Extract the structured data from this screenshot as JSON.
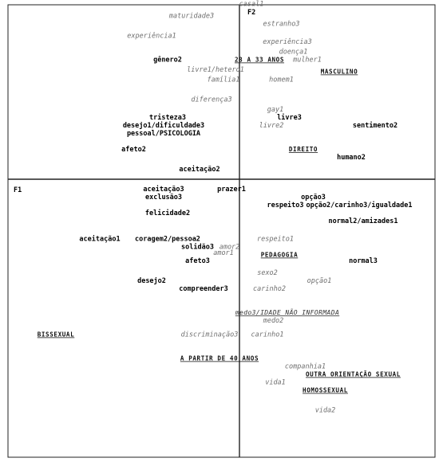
{
  "chart_data": {
    "type": "scatter",
    "title": "",
    "xlabel": "",
    "ylabel": "",
    "axes": {
      "horizontal": "F1",
      "vertical": "F2"
    },
    "grid": false,
    "legend": "none",
    "points": [
      {
        "label": "casal1",
        "x": 0.3,
        "y": 4.35,
        "style": "italic"
      },
      {
        "label": "maturidade3",
        "x": -1.2,
        "y": 4.05,
        "style": "italic"
      },
      {
        "label": "estranho3",
        "x": 1.05,
        "y": 3.85,
        "style": "italic"
      },
      {
        "label": "experiência1",
        "x": -2.2,
        "y": 3.55,
        "style": "italic"
      },
      {
        "label": "experiência3",
        "x": 1.2,
        "y": 3.4,
        "style": "italic"
      },
      {
        "label": "doença1",
        "x": 1.35,
        "y": 3.15,
        "style": "italic"
      },
      {
        "label": "gênero2",
        "x": -1.8,
        "y": 2.95,
        "style": "bold"
      },
      {
        "label": "mulher1",
        "x": 1.7,
        "y": 2.95,
        "style": "italic"
      },
      {
        "label": "28 A 33 ANOS",
        "x": 0.5,
        "y": 2.95,
        "style": "upper"
      },
      {
        "label": "livre1/hetero1",
        "x": -0.6,
        "y": 2.7,
        "style": "italic"
      },
      {
        "label": "MASCULINO",
        "x": 2.5,
        "y": 2.65,
        "style": "upper"
      },
      {
        "label": "família1",
        "x": -0.4,
        "y": 2.45,
        "style": "italic"
      },
      {
        "label": "homem1",
        "x": 1.05,
        "y": 2.45,
        "style": "italic"
      },
      {
        "label": "diferença3",
        "x": -0.7,
        "y": 1.95,
        "style": "italic"
      },
      {
        "label": "gay1",
        "x": 0.9,
        "y": 1.7,
        "style": "italic"
      },
      {
        "label": "tristeza3",
        "x": -1.8,
        "y": 1.5,
        "style": "bold"
      },
      {
        "label": "livre3",
        "x": 1.25,
        "y": 1.5,
        "style": "bold"
      },
      {
        "label": "desejo1/dificuldade3",
        "x": -1.9,
        "y": 1.3,
        "style": "bold"
      },
      {
        "label": "livre2",
        "x": 0.8,
        "y": 1.3,
        "style": "italic"
      },
      {
        "label": "sentimento2",
        "x": 3.4,
        "y": 1.3,
        "style": "bold"
      },
      {
        "label": "pessoal/PSICOLOGIA",
        "x": -1.9,
        "y": 1.1,
        "style": "bold"
      },
      {
        "label": "afeto2",
        "x": -2.65,
        "y": 0.7,
        "style": "bold"
      },
      {
        "label": "DIREITO",
        "x": 1.6,
        "y": 0.7,
        "style": "upper"
      },
      {
        "label": "humano2",
        "x": 2.8,
        "y": 0.5,
        "style": "bold"
      },
      {
        "label": "aceitação2",
        "x": -1.0,
        "y": 0.2,
        "style": "bold"
      },
      {
        "label": "aceitação3",
        "x": -1.9,
        "y": -0.3,
        "style": "bold"
      },
      {
        "label": "prazer1",
        "x": -0.2,
        "y": -0.3,
        "style": "bold"
      },
      {
        "label": "exclusão3",
        "x": -1.9,
        "y": -0.5,
        "style": "bold"
      },
      {
        "label": "opção3",
        "x": 1.85,
        "y": -0.5,
        "style": "bold"
      },
      {
        "label": "respeito3",
        "x": 1.15,
        "y": -0.7,
        "style": "bold"
      },
      {
        "label": "opção2/carinho3/igualdade1",
        "x": 3.0,
        "y": -0.7,
        "style": "bold"
      },
      {
        "label": "felicidade2",
        "x": -1.8,
        "y": -0.9,
        "style": "bold"
      },
      {
        "label": "normal2/amizades1",
        "x": 3.1,
        "y": -1.1,
        "style": "bold"
      },
      {
        "label": "aceitação1",
        "x": -3.5,
        "y": -1.55,
        "style": "bold"
      },
      {
        "label": "coragem2/pessoa2",
        "x": -1.8,
        "y": -1.55,
        "style": "bold"
      },
      {
        "label": "respeito1",
        "x": 0.9,
        "y": -1.55,
        "style": "italic"
      },
      {
        "label": "solidão3",
        "x": -1.05,
        "y": -1.75,
        "style": "bold"
      },
      {
        "label": "amor2",
        "x": -0.25,
        "y": -1.75,
        "style": "italic"
      },
      {
        "label": "amor1",
        "x": -0.4,
        "y": -1.9,
        "style": "italic"
      },
      {
        "label": "PEDAGOGIA",
        "x": 1.0,
        "y": -1.95,
        "style": "upper"
      },
      {
        "label": "afeto3",
        "x": -1.05,
        "y": -2.1,
        "style": "bold"
      },
      {
        "label": "normal3",
        "x": 3.1,
        "y": -2.1,
        "style": "bold"
      },
      {
        "label": "sexo2",
        "x": 0.7,
        "y": -2.4,
        "style": "italic"
      },
      {
        "label": "desejo2",
        "x": -2.2,
        "y": -2.6,
        "style": "bold"
      },
      {
        "label": "opção1",
        "x": 2.0,
        "y": -2.6,
        "style": "italic"
      },
      {
        "label": "compreender3",
        "x": -0.9,
        "y": -2.8,
        "style": "bold"
      },
      {
        "label": "carinho2",
        "x": 0.75,
        "y": -2.8,
        "style": "italic"
      },
      {
        "label": "medo3/IDADE NÃO INFORMADA",
        "x": 1.2,
        "y": -3.4,
        "style": "upper-italic"
      },
      {
        "label": "medo2",
        "x": 0.85,
        "y": -3.6,
        "style": "italic"
      },
      {
        "label": "BISSEXUAL",
        "x": -4.6,
        "y": -3.95,
        "style": "upper"
      },
      {
        "label": "discriminação3",
        "x": -0.75,
        "y": -3.95,
        "style": "italic"
      },
      {
        "label": "carinho1",
        "x": 0.7,
        "y": -3.95,
        "style": "italic"
      },
      {
        "label": "A PARTIR DE 40 ANOS",
        "x": -0.5,
        "y": -4.55,
        "style": "upper"
      },
      {
        "label": "companhia1",
        "x": 1.65,
        "y": -4.75,
        "style": "italic"
      },
      {
        "label": "OUTRA ORIENTAÇÃO SEXUAL",
        "x": 2.85,
        "y": -4.95,
        "style": "upper"
      },
      {
        "label": "vida1",
        "x": 0.9,
        "y": -5.15,
        "style": "italic"
      },
      {
        "label": "HOMOSSEXUAL",
        "x": 2.15,
        "y": -5.35,
        "style": "upper"
      },
      {
        "label": "vida2",
        "x": 2.15,
        "y": -5.85,
        "style": "italic"
      }
    ]
  }
}
